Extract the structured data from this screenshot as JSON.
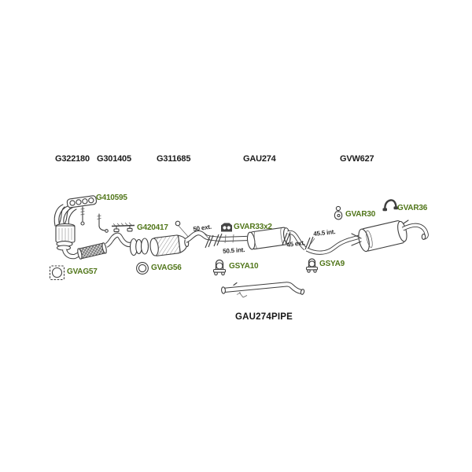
{
  "colors": {
    "part_code_green": "#51761a",
    "part_number_black": "#1b1b1b",
    "line_art_gray": "#3f3f3f",
    "background": "#ffffff"
  },
  "top_part_numbers": [
    {
      "text": "G322180"
    },
    {
      "text": "G301405"
    },
    {
      "text": "G311685"
    },
    {
      "text": "GAU274"
    },
    {
      "text": "GVW627"
    }
  ],
  "component_labels": [
    {
      "text": "G410595",
      "icon": "manifold-gasket"
    },
    {
      "text": "G420417",
      "icon": "mounting-bracket"
    },
    {
      "text": "GVAR33x2",
      "icon": "rubber-hanger"
    },
    {
      "text": "GVAR30",
      "icon": "rubber-hanger"
    },
    {
      "text": "GVAR36",
      "icon": "rubber-hanger"
    },
    {
      "text": "GVAG57",
      "icon": "square-gasket"
    },
    {
      "text": "GVAG56",
      "icon": "round-gasket"
    },
    {
      "text": "GSYA10",
      "icon": "exhaust-clamp"
    },
    {
      "text": "GSYA9",
      "icon": "exhaust-clamp"
    }
  ],
  "measurements": [
    {
      "text": "50 ext."
    },
    {
      "text": "50.5 int."
    },
    {
      "text": "45 ext."
    },
    {
      "text": "45.5 int."
    }
  ],
  "pipe_label": {
    "text": "GAU274PIPE"
  }
}
